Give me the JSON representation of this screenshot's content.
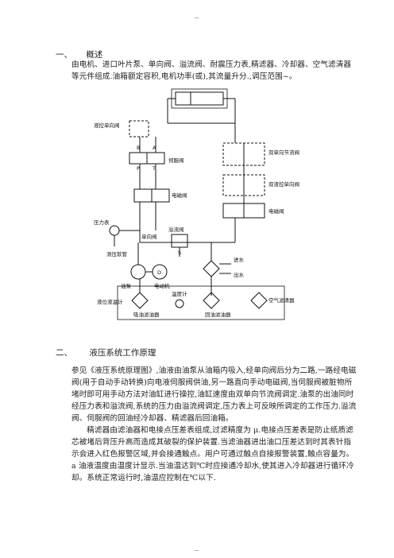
{
  "page": {
    "top_mark": "_",
    "bottom_mark": "_"
  },
  "section1": {
    "number": "一、",
    "title": "概述",
    "text": "由电机、进口叶片泵、单向阀、溢流阀、耐震压力表,精滤器、冷却器、空气滤清器等元件组成.油箱额定容积,电机功率(或),其流量升分.,调压范围~。"
  },
  "diagram": {
    "labels": {
      "pilot_check_valve_left": "液控单向阀",
      "servo_valve": "伺服阀",
      "solenoid_valve_left": "电磁阀",
      "pressure_gauge": "压力表",
      "check_valve": "单向阀",
      "relief_valve": "溢流阀",
      "gauge_connector": "测压软管",
      "dual_throttle": "双单向节流阀",
      "dual_pilot_check": "双液控单向阀",
      "solenoid_valve_right": "电磁阀",
      "water_in": "进水",
      "water_out": "出水",
      "oil_pump": "油泵",
      "motor": "电动机",
      "thermometer": "温度计",
      "level_gauge": "液位液温计",
      "suction_filter": "吸油滤油器",
      "return_filter": "回油滤油器",
      "air_filter": "空气滤清器",
      "port_b": "B",
      "port_a": "A",
      "port_p": "P",
      "port_t": "T",
      "motor_letter": "D",
      "relief_label": "S"
    }
  },
  "section2": {
    "number": "二、",
    "title": "液压系统工作原理",
    "para1": "参见《液压系统原理图》,油液由油泵从油箱内吸入,经单向阀后分为二路,一路经电磁阀(用于自动手动转换)向电液伺服阀供油,另一路直向手动电磁阀,当伺服阀被脏物所堵时即可用手动方法对油缸进行操控,油缸速度由双单向节流阀调定.油泵的出油同时经压力表和溢流阀,系统的压力由溢流阀调定,压力表上可反映所调定的工作压力.溢流阀、伺服阀的回油经冷却器、精滤器后回油箱。",
    "para2": "精滤器由滤油器和电接点压差表组成,过滤精度为 μ.电接点压差表是防止纸质滤芯被堵后背压升高而造成其破裂的保护装置.当滤油器进出油口压差达到时其表针指示会进入红色报警区域,并会接通触点。用户可通过触点自接报警装置,触点容量为。a       油液温度由温度计显示.当油温达到℃时应接通冷却水,使其进入冷却器进行循环冷却。系统正常运行时,油温应控制在℃以下."
  }
}
